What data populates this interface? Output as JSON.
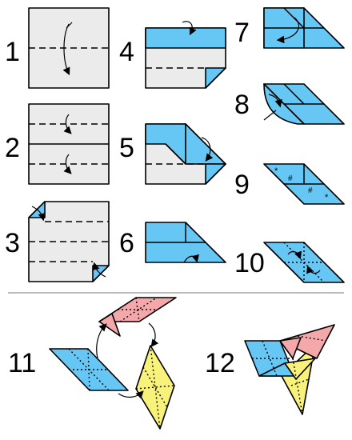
{
  "steps": {
    "s1": "1",
    "s2": "2",
    "s3": "3",
    "s4": "4",
    "s5": "5",
    "s6": "6",
    "s7": "7",
    "s8": "8",
    "s9": "9",
    "s10": "10",
    "s11": "11",
    "s12": "12"
  },
  "colors": {
    "paper": "#ebebeb",
    "blue": "#66c6f4",
    "pink": "#f4a8aa",
    "yellow": "#f8f27a",
    "divider": "#bbbbbb"
  }
}
